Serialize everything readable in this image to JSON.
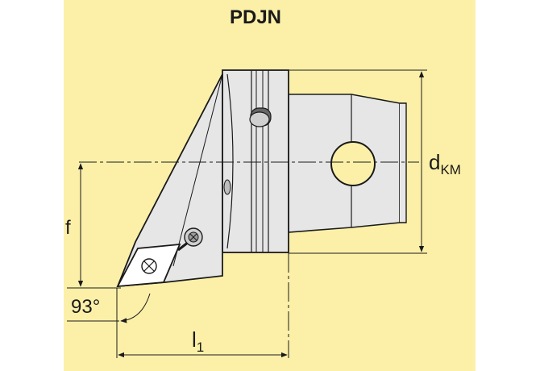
{
  "title": "PDJN",
  "dims": {
    "d_main": "d",
    "d_sub": "KM",
    "f": "f",
    "l_main": "l",
    "l_sub": "1",
    "angle": "93°"
  },
  "colors": {
    "background": "#fcf0a8",
    "body_fill": "#e6e6e6",
    "outline": "#1a1a1a",
    "hole": "#fcf0a8"
  }
}
